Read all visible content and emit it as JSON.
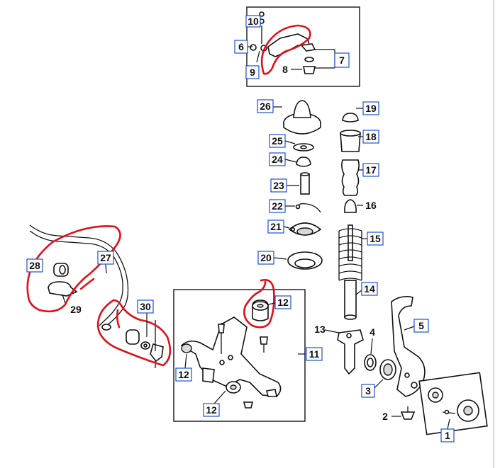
{
  "callouts": [
    {
      "id": "c10",
      "label": "10"
    },
    {
      "id": "c6",
      "label": "6"
    },
    {
      "id": "c9",
      "label": "9"
    },
    {
      "id": "c8",
      "label": "8"
    },
    {
      "id": "c7",
      "label": "7"
    },
    {
      "id": "c26",
      "label": "26"
    },
    {
      "id": "c19",
      "label": "19"
    },
    {
      "id": "c18",
      "label": "18"
    },
    {
      "id": "c25",
      "label": "25"
    },
    {
      "id": "c24",
      "label": "24"
    },
    {
      "id": "c17",
      "label": "17"
    },
    {
      "id": "c23",
      "label": "23"
    },
    {
      "id": "c16",
      "label": "16"
    },
    {
      "id": "c22",
      "label": "22"
    },
    {
      "id": "c21",
      "label": "21"
    },
    {
      "id": "c15",
      "label": "15"
    },
    {
      "id": "c20",
      "label": "20"
    },
    {
      "id": "c14",
      "label": "14"
    },
    {
      "id": "c28",
      "label": "28"
    },
    {
      "id": "c27",
      "label": "27"
    },
    {
      "id": "c29",
      "label": "29"
    },
    {
      "id": "c30",
      "label": "30"
    },
    {
      "id": "c12a",
      "label": "12"
    },
    {
      "id": "c11",
      "label": "11"
    },
    {
      "id": "c12b",
      "label": "12"
    },
    {
      "id": "c12c",
      "label": "12"
    },
    {
      "id": "c13",
      "label": "13"
    },
    {
      "id": "c4",
      "label": "4"
    },
    {
      "id": "c5",
      "label": "5"
    },
    {
      "id": "c3",
      "label": "3"
    },
    {
      "id": "c2",
      "label": "2"
    },
    {
      "id": "c1",
      "label": "1"
    }
  ],
  "colors": {
    "callout_border": "#1a4fd6",
    "annotation": "#e0101a",
    "line": "#111111"
  }
}
